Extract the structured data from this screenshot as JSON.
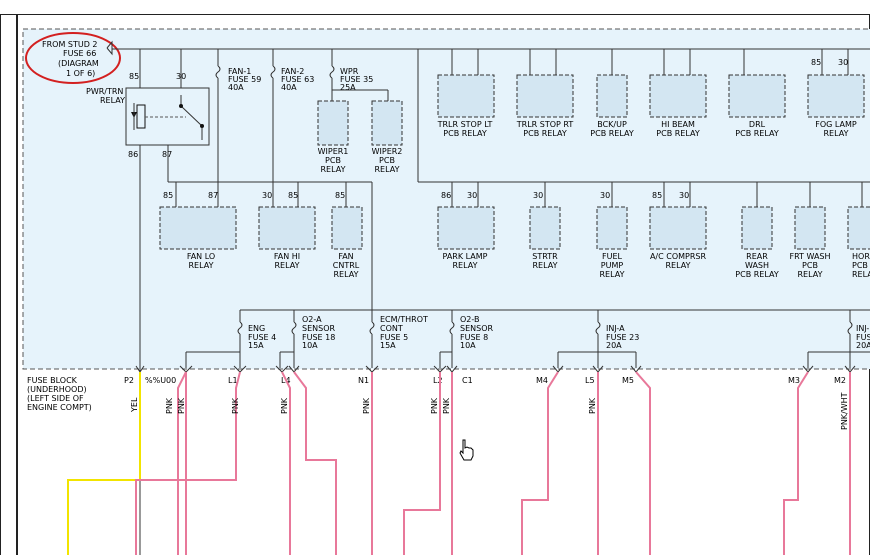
{
  "source_label": [
    "FROM STUD 2",
    "FUSE 66",
    "(DIAGRAM",
    "1 OF 6)"
  ],
  "block_label": [
    "FUSE BLOCK",
    "(UNDERHOOD)",
    "(LEFT SIDE OF",
    "ENGINE COMPT)"
  ],
  "pwr_relay": {
    "label": [
      "PWR/TRN",
      "RELAY"
    ],
    "pin_top_left": "85",
    "pin_top_right": "30",
    "pin_bot_left": "86",
    "pin_bot_right": "87"
  },
  "fuses_top": [
    {
      "lines": [
        "FAN-1",
        "FUSE 59",
        "40A"
      ]
    },
    {
      "lines": [
        "FAN-2",
        "FUSE 63",
        "40A"
      ]
    },
    {
      "lines": [
        "WPR",
        "FUSE 35",
        "25A"
      ]
    }
  ],
  "wiper_relays": [
    {
      "lines": [
        "WIPER1",
        "PCB",
        "RELAY"
      ]
    },
    {
      "lines": [
        "WIPER2",
        "PCB",
        "RELAY"
      ]
    }
  ],
  "top_right_relays": [
    {
      "lines": [
        "TRLR STOP LT",
        "PCB RELAY"
      ]
    },
    {
      "lines": [
        "TRLR STOP RT",
        "PCB RELAY"
      ]
    },
    {
      "lines": [
        "BCK/UP",
        "PCB RELAY"
      ]
    },
    {
      "lines": [
        "HI BEAM",
        "PCB RELAY"
      ]
    },
    {
      "lines": [
        "DRL",
        "PCB RELAY"
      ]
    },
    {
      "lines": [
        "FOG LAMP",
        "RELAY"
      ],
      "pins": [
        "85",
        "30"
      ]
    }
  ],
  "fan_relays": [
    {
      "lines": [
        "FAN LO",
        "RELAY"
      ],
      "pins": [
        "85",
        "87"
      ]
    },
    {
      "lines": [
        "FAN HI",
        "RELAY"
      ],
      "pins": [
        "30",
        "85"
      ]
    },
    {
      "lines": [
        "FAN",
        "CNTRL",
        "RELAY"
      ],
      "pins": [
        "85"
      ]
    }
  ],
  "mid_right_relays": [
    {
      "lines": [
        "PARK LAMP",
        "RELAY"
      ],
      "pins": [
        "86",
        "30"
      ]
    },
    {
      "lines": [
        "STRTR",
        "RELAY"
      ],
      "pins": [
        "30"
      ]
    },
    {
      "lines": [
        "FUEL",
        "PUMP",
        "RELAY"
      ],
      "pins": [
        "30"
      ]
    },
    {
      "lines": [
        "A/C COMPRSR",
        "RELAY"
      ],
      "pins": [
        "85",
        "30"
      ]
    },
    {
      "lines": [
        "REAR",
        "WASH",
        "PCB RELAY"
      ]
    },
    {
      "lines": [
        "FRT WASH",
        "PCB",
        "RELAY"
      ]
    },
    {
      "lines": [
        "HORN",
        "PCB",
        "RELA"
      ]
    }
  ],
  "lower_fuses": [
    {
      "lines": [
        "ENG",
        "FUSE 4",
        "15A"
      ]
    },
    {
      "lines": [
        "O2-A",
        "SENSOR",
        "FUSE 18",
        "10A"
      ]
    },
    {
      "lines": [
        "ECM/THROT",
        "CONT",
        "FUSE 5",
        "15A"
      ]
    },
    {
      "lines": [
        "O2-B",
        "SENSOR",
        "FUSE 8",
        "10A"
      ]
    },
    {
      "lines": [
        "INJ-A",
        "FUSE 23",
        "20A"
      ]
    },
    {
      "lines": [
        "INJ-",
        "FUSE",
        "20A"
      ]
    }
  ],
  "connector_labels": [
    "P2",
    "%%U00",
    "L1",
    "L4",
    "N1",
    "L2",
    "C1",
    "M4",
    "L5",
    "M5",
    "M3",
    "M2"
  ],
  "wire_colors": [
    "YEL",
    "PNK",
    "PNK",
    "PNK",
    "PNK",
    "PNK",
    "PNK",
    "PNK",
    "PNK",
    "PNK/WHT"
  ]
}
